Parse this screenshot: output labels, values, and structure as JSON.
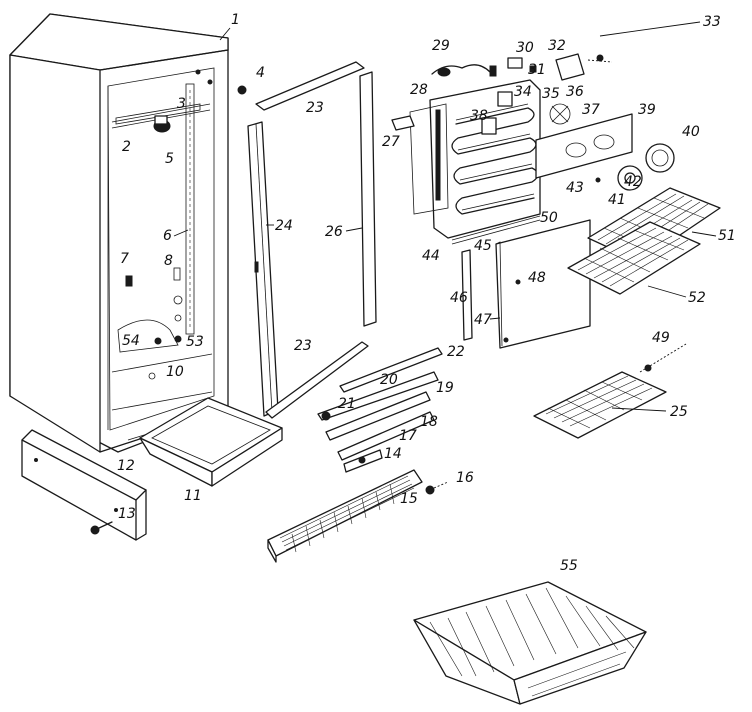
{
  "callouts": [
    "1",
    "2",
    "3",
    "4",
    "5",
    "6",
    "7",
    "8",
    "10",
    "11",
    "12",
    "13",
    "14",
    "15",
    "16",
    "17",
    "18",
    "19",
    "20",
    "21",
    "22",
    "23",
    "23",
    "24",
    "25",
    "26",
    "27",
    "28",
    "29",
    "30",
    "31",
    "32",
    "33",
    "34",
    "35",
    "36",
    "37",
    "38",
    "39",
    "40",
    "41",
    "42",
    "43",
    "44",
    "45",
    "46",
    "47",
    "48",
    "49",
    "50",
    "51",
    "52",
    "53",
    "54",
    "55"
  ]
}
